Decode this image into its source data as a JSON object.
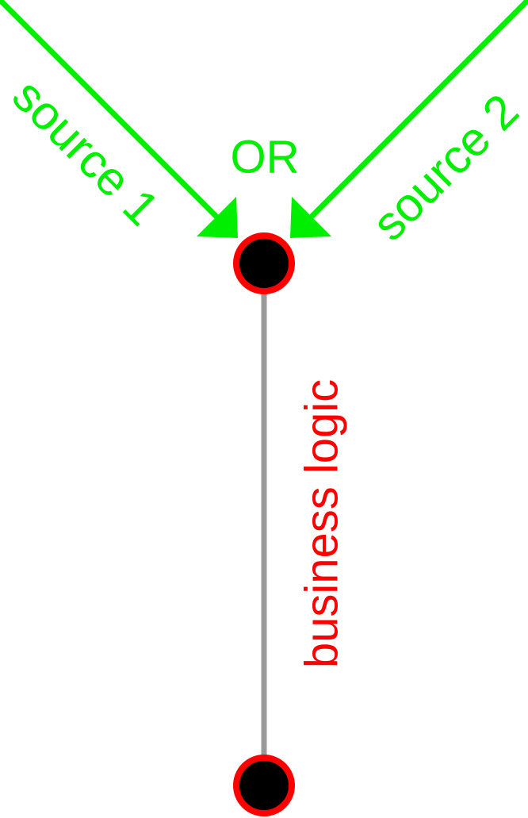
{
  "labels": {
    "source1": "source 1",
    "source2": "source 2",
    "or": "OR",
    "business_logic": "business logic"
  },
  "colors": {
    "arrow": "#00ee00",
    "label_green": "#00ee00",
    "label_red": "#ff0000",
    "connector": "#999999",
    "node_fill": "#000000",
    "node_stroke": "#ff0000"
  }
}
